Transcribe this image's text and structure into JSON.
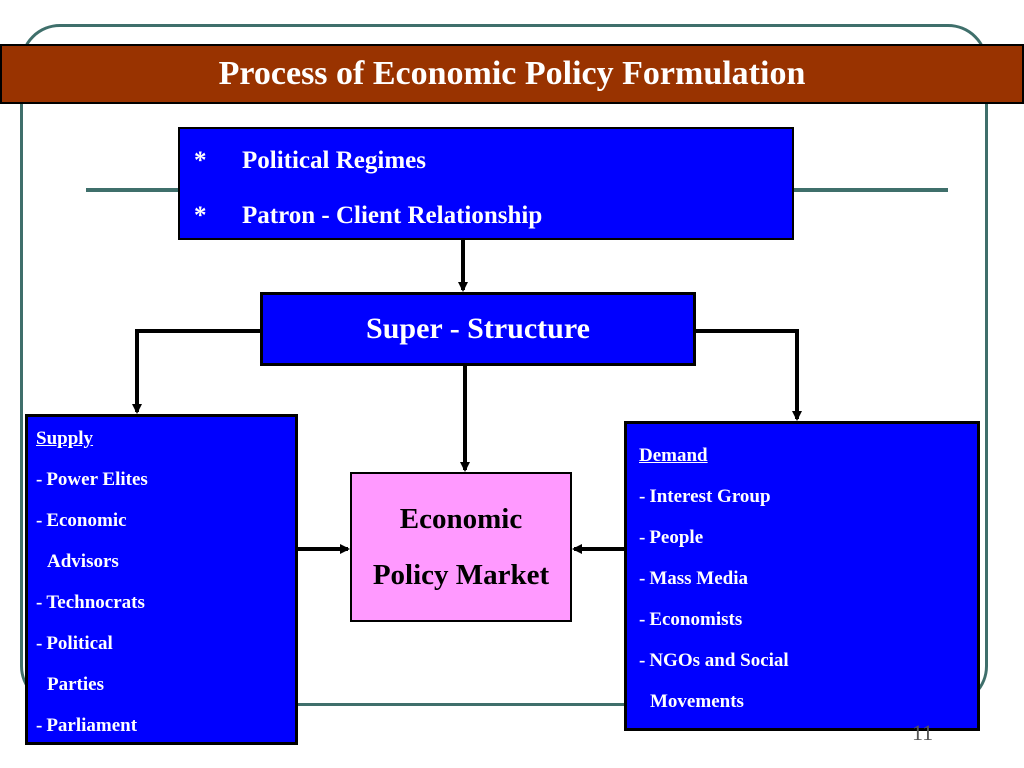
{
  "title": "Process of Economic Policy Formulation",
  "context": {
    "items": [
      {
        "bullet": "*",
        "label": "Political  Regimes"
      },
      {
        "bullet": "*",
        "label": "Patron - Client  Relationship"
      }
    ]
  },
  "superstructure": {
    "label": "Super - Structure"
  },
  "supply": {
    "heading": "Supply",
    "items": [
      "Power Elites",
      "Economic",
      "Advisors",
      "Technocrats",
      "Political",
      "Parties",
      "Parliament"
    ],
    "dashes": [
      true,
      true,
      false,
      true,
      true,
      false,
      true
    ]
  },
  "demand": {
    "heading": "Demand",
    "items": [
      "Interest Group",
      "People",
      "Mass Media",
      "Economists",
      "NGOs and Social",
      "Movements"
    ],
    "dashes": [
      true,
      true,
      true,
      true,
      true,
      false
    ]
  },
  "market": {
    "line1": "Economic",
    "line2": "Policy Market"
  },
  "page_number": "11",
  "colors": {
    "title_bg": "#993300",
    "box_blue": "#0000ff",
    "market_pink": "#ff99ff",
    "frame_teal": "#3f6f6b"
  }
}
